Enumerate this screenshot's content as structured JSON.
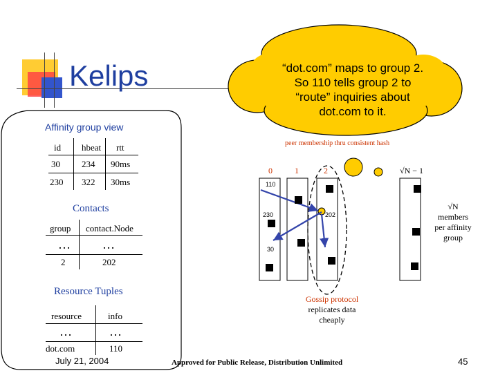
{
  "slide": {
    "title": "Kelips",
    "page_number": "45",
    "date": "July 21, 2004",
    "footer_note": "Approved for Public Release, Distribution Unlimited"
  },
  "bubble": {
    "line1": "“dot.com” maps to group 2.",
    "line2": "So 110 tells group 2 to",
    "line3": "“route” inquiries about",
    "line4": "dot.com to it."
  },
  "affinity_view": {
    "caption": "Affinity group view",
    "headers": [
      "id",
      "hbeat",
      "rtt"
    ],
    "rows": [
      [
        "30",
        "234",
        "90ms"
      ],
      [
        "230",
        "322",
        "30ms"
      ]
    ]
  },
  "contacts": {
    "title": "Contacts",
    "headers": [
      "group",
      "contact.Node"
    ],
    "rows": [
      [
        "…",
        "…"
      ],
      [
        "2",
        "202"
      ]
    ]
  },
  "resource_tuples": {
    "title": "Resource Tuples",
    "headers": [
      "resource",
      "info"
    ],
    "rows": [
      [
        "…",
        "…"
      ],
      [
        "dot.com",
        "110"
      ]
    ]
  },
  "diagram": {
    "hash_label": "peer membership thru consistent hash",
    "columns": [
      "0",
      "1",
      "2"
    ],
    "last_column": "√N − 1",
    "nodes": {
      "n110": "110",
      "n230": "230",
      "n202": "202",
      "n30": "30"
    },
    "members_note": {
      "top": "√N",
      "line1": "members",
      "line2": "per affinity",
      "line3": "group"
    },
    "gossip": {
      "line1": "Gossip protocol",
      "line2": "replicates data",
      "line3": "cheaply"
    }
  },
  "colors": {
    "title_blue": "#1f3fa0",
    "bubble_yellow": "#ffcc00",
    "arrow_blue": "#3344aa",
    "node_yellow": "#ffcc00",
    "logo_red": "#ff3333",
    "logo_yellow": "#ffcc33",
    "logo_blue": "#3355cc"
  }
}
